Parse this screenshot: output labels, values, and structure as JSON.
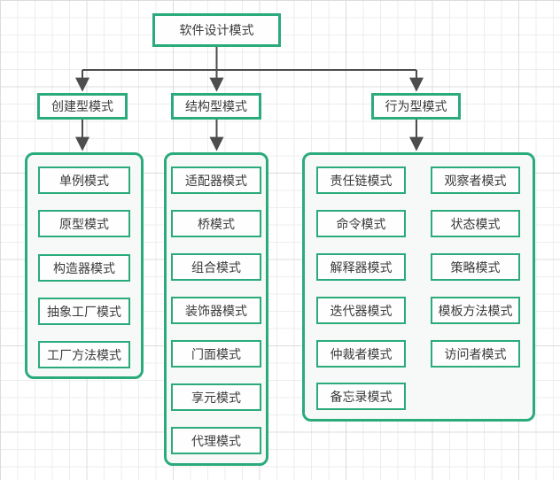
{
  "diagram": {
    "title": "软件设计模式",
    "root": {
      "label": "软件设计模式"
    },
    "groups": [
      {
        "header": "创建型模式",
        "items": [
          "单例模式",
          "原型模式",
          "构造器模式",
          "抽象工厂模式",
          "工厂方法模式"
        ]
      },
      {
        "header": "结构型模式",
        "items": [
          "适配器模式",
          "桥模式",
          "组合模式",
          "装饰器模式",
          "门面模式",
          "享元模式",
          "代理模式"
        ]
      },
      {
        "header": "行为型模式",
        "columns": [
          [
            "责任链模式",
            "命令模式",
            "解释器模式",
            "迭代器模式",
            "仲裁者模式",
            "备忘录模式"
          ],
          [
            "观察者模式",
            "状态模式",
            "策略模式",
            "模板方法模式",
            "访问者模式"
          ]
        ]
      }
    ],
    "colors": {
      "accent_green": "#2bab7c",
      "connector_gray": "#4d4d4d",
      "container_fill": "#f6f9f7",
      "node_fill": "#fdfefd",
      "text": "#3b3b3b",
      "grid_minor": "#ededed",
      "grid_major": "#dcdcdc"
    }
  }
}
